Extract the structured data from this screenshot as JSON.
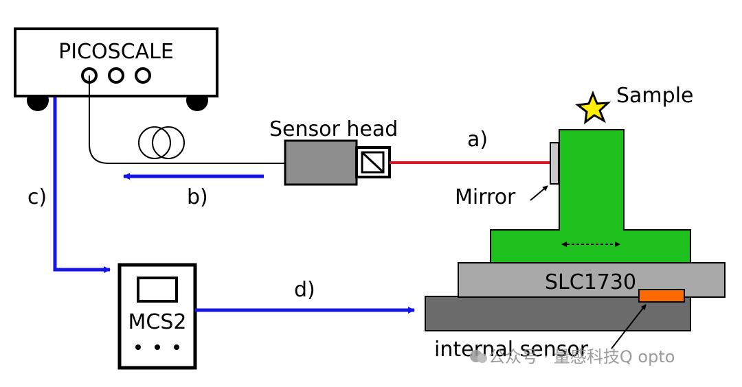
{
  "labels": {
    "picoscale": "PICOSCALE",
    "sensor_head": "Sensor head",
    "sample": "Sample",
    "mirror": "Mirror",
    "mcs2": "MCS2",
    "stage": "SLC1730",
    "internal_sensor": "internal sensor",
    "a": "a)",
    "b": "b)",
    "c": "c)",
    "d": "d)"
  },
  "watermark": {
    "text": "公众号 · 量感科技Q opto"
  },
  "colors": {
    "signal_arrow": "#1515e6",
    "laser_beam": "#e8101e",
    "green_stage": "#1ec01e",
    "stage_light_gray": "#a9a9a9",
    "stage_dark_gray": "#6b6b6b",
    "sensor_head_gray": "#8e8e8e",
    "mirror_gray": "#c8c8c8",
    "internal_sensor_orange": "#ff6a00",
    "sample_star": "#ffee00"
  }
}
